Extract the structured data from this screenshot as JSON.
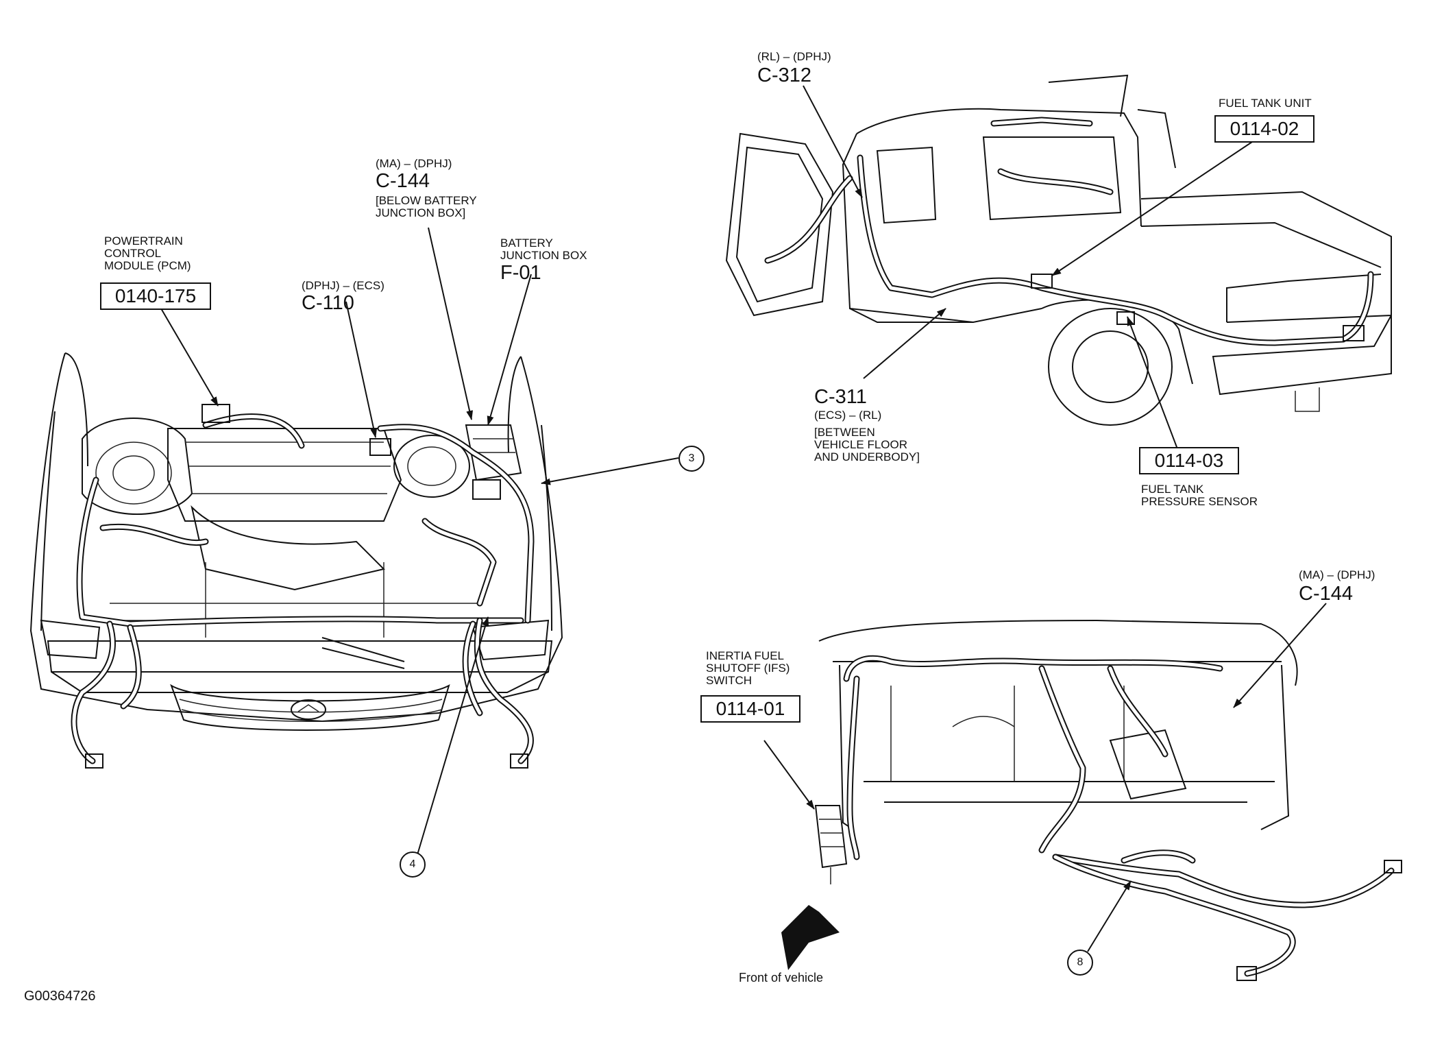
{
  "figure_id": "G00364726",
  "footer_text": "Front of vehicle",
  "callouts": {
    "pcm": {
      "title": "POWERTRAIN\nCONTROL\nMODULE (PCM)",
      "code": "0140-175"
    },
    "c110": {
      "sub": "(DPHJ) – (ECS)",
      "id": "C-110"
    },
    "c144_engine": {
      "sub": "(MA) – (DPHJ)",
      "id": "C-144",
      "note": "[BELOW BATTERY\nJUNCTION BOX]"
    },
    "f01": {
      "title": "BATTERY\nJUNCTION BOX",
      "id": "F-01"
    },
    "c312": {
      "sub": "(RL) – (DPHJ)",
      "id": "C-312"
    },
    "fuel_tank_unit": {
      "title": "FUEL TANK UNIT",
      "code": "0114-02"
    },
    "c311": {
      "id": "C-311",
      "sub": "(ECS) – (RL)",
      "note": "[BETWEEN\nVEHICLE FLOOR\nAND UNDERBODY]"
    },
    "fuel_tank_pressure": {
      "code": "0114-03",
      "title": "FUEL TANK\nPRESSURE SENSOR"
    },
    "c144_dash": {
      "sub": "(MA) – (DPHJ)",
      "id": "C-144"
    },
    "ifs": {
      "title": "INERTIA FUEL\nSHUTOFF (IFS)\nSWITCH",
      "code": "0114-01"
    }
  },
  "markers": {
    "m3": "3",
    "m4": "4",
    "m8": "8"
  }
}
